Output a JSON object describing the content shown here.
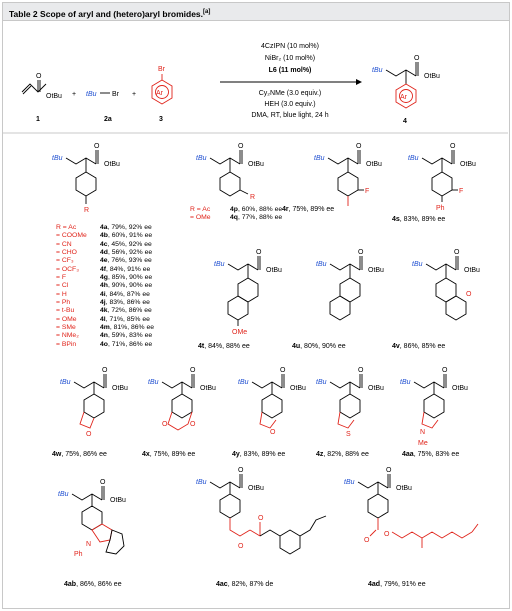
{
  "caption": {
    "table": "Table 2",
    "title": "Scope of aryl and (hetero)aryl bromides.",
    "note": "[a]"
  },
  "reaction": {
    "reagent_labels": [
      "OtBu",
      "tBu",
      "Br",
      "Br",
      "Ar"
    ],
    "numbers": [
      "1",
      "2a",
      "3",
      "4"
    ],
    "conditions_above": [
      "4CzIPN (10 mol%)",
      "NiBr₂ (10 mol%)",
      "L6 (11 mol%)"
    ],
    "conditions_below": [
      "Cy₂NMe (3.0 equiv.)",
      "HEH (3.0 equiv.)",
      "DMA, RT, blue light, 24 h"
    ],
    "product_labels": [
      "tBu",
      "OtBu",
      "Ar"
    ]
  },
  "group_a": [
    {
      "r": "R = Ac",
      "id": "4a",
      "res": ", 79%, 92% ee"
    },
    {
      "r": "= COOMe",
      "id": "4b",
      "res": ", 60%, 91% ee"
    },
    {
      "r": "= CN",
      "id": "4c",
      "res": ", 45%, 92% ee"
    },
    {
      "r": "= CHO",
      "id": "4d",
      "res": ", 56%, 92% ee"
    },
    {
      "r": "= CF₃",
      "id": "4e",
      "res": ", 76%, 93% ee"
    },
    {
      "r": "= OCF₃",
      "id": "4f",
      "res": ", 84%, 91% ee"
    },
    {
      "r": "= F",
      "id": "4g",
      "res": ", 85%, 90% ee"
    },
    {
      "r": "= Cl",
      "id": "4h",
      "res": ", 90%, 90% ee"
    },
    {
      "r": "= H",
      "id": "4i",
      "res": ", 84%, 87% ee"
    },
    {
      "r": "= Ph",
      "id": "4j",
      "res": ", 83%, 86% ee"
    },
    {
      "r": "= t-Bu",
      "id": "4k",
      "res": ", 72%, 86% ee"
    },
    {
      "r": "= OMe",
      "id": "4l",
      "res": ", 71%, 85% ee"
    },
    {
      "r": "= SMe",
      "id": "4m",
      "res": ", 81%, 86% ee"
    },
    {
      "r": "= NMe₂",
      "id": "4n",
      "res": ", 59%, 83% ee"
    },
    {
      "r": "= BPin",
      "id": "4o",
      "res": ", 71%, 86% ee"
    }
  ],
  "group_b": [
    {
      "r": "R = Ac",
      "id": "4p",
      "res": ", 60%, 88% ee"
    },
    {
      "r": "= OMe",
      "id": "4q",
      "res": ", 77%, 88% ee"
    }
  ],
  "compounds": [
    {
      "id": "4r",
      "res": ", 75%, 89% ee"
    },
    {
      "id": "4s",
      "res": ", 83%, 89% ee"
    },
    {
      "id": "4t",
      "res": ", 84%, 88% ee"
    },
    {
      "id": "4u",
      "res": ", 80%, 90% ee"
    },
    {
      "id": "4v",
      "res": ", 86%, 85% ee"
    },
    {
      "id": "4w",
      "res": ", 75%, 86% ee"
    },
    {
      "id": "4x",
      "res": ", 75%, 89% ee"
    },
    {
      "id": "4y",
      "res": ", 83%, 89% ee"
    },
    {
      "id": "4z",
      "res": ", 82%, 88% ee"
    },
    {
      "id": "4aa",
      "res": ", 75%, 83% ee"
    },
    {
      "id": "4ab",
      "res": ", 86%, 86% ee"
    },
    {
      "id": "4ac",
      "res": ", 82%, 87% de"
    },
    {
      "id": "4ad",
      "res": ", 79%, 91% ee"
    }
  ],
  "atom_labels": {
    "tbu": "tBu",
    "otbu": "OtBu",
    "o": "O",
    "r": "R",
    "f": "F",
    "ph": "Ph",
    "ome": "OMe",
    "s": "S",
    "n": "N",
    "me": "Me"
  }
}
